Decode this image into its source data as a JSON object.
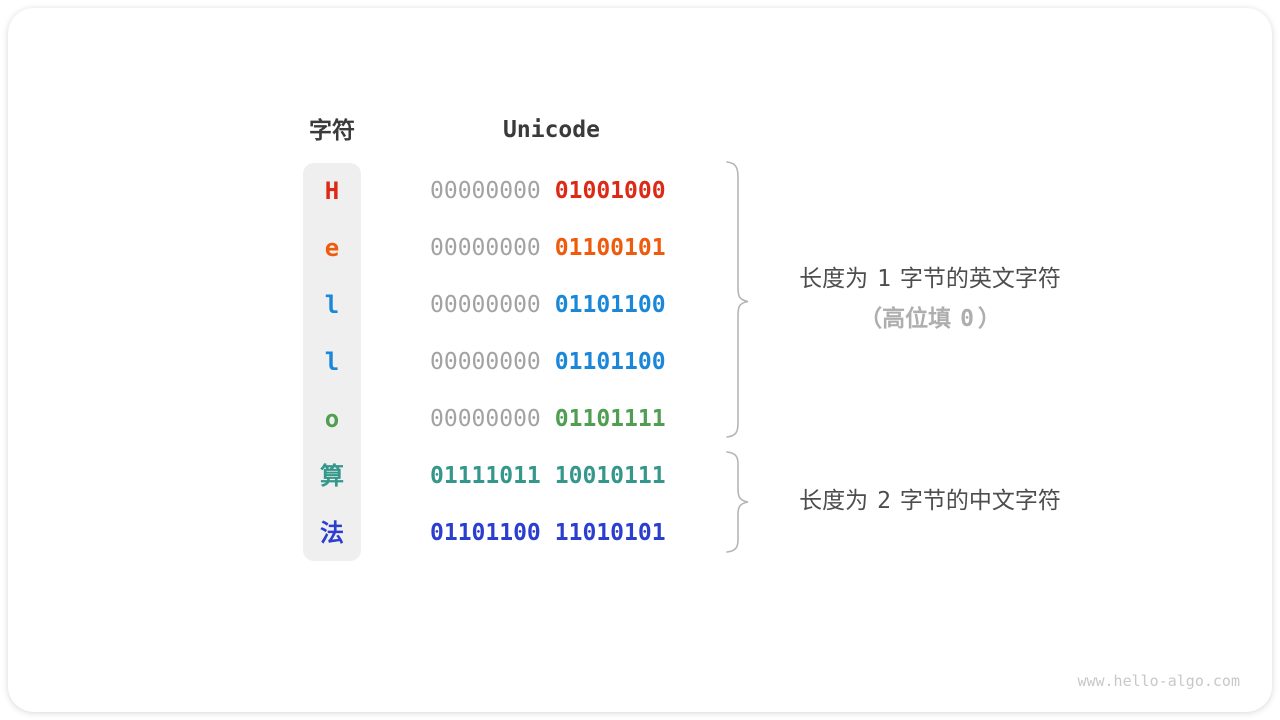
{
  "header": {
    "char_col": "字符",
    "unicode_col": "Unicode"
  },
  "table": {
    "rows": [
      {
        "char": "H",
        "char_color": "#dc2a16",
        "byte1": {
          "bits": "00000000",
          "color": "#a2a2a2",
          "bold": false
        },
        "byte2": {
          "bits": "01001000",
          "color": "#dc2a16",
          "bold": true
        }
      },
      {
        "char": "e",
        "char_color": "#ee5b0c",
        "byte1": {
          "bits": "00000000",
          "color": "#a2a2a2",
          "bold": false
        },
        "byte2": {
          "bits": "01100101",
          "color": "#ee5b0c",
          "bold": true
        }
      },
      {
        "char": "l",
        "char_color": "#1b87d9",
        "byte1": {
          "bits": "00000000",
          "color": "#a2a2a2",
          "bold": false
        },
        "byte2": {
          "bits": "01101100",
          "color": "#1b87d9",
          "bold": true
        }
      },
      {
        "char": "l",
        "char_color": "#1b87d9",
        "byte1": {
          "bits": "00000000",
          "color": "#a2a2a2",
          "bold": false
        },
        "byte2": {
          "bits": "01101100",
          "color": "#1b87d9",
          "bold": true
        }
      },
      {
        "char": "o",
        "char_color": "#509e52",
        "byte1": {
          "bits": "00000000",
          "color": "#a2a2a2",
          "bold": false
        },
        "byte2": {
          "bits": "01101111",
          "color": "#509e52",
          "bold": true
        }
      },
      {
        "char": "算",
        "char_color": "#35978b",
        "byte1": {
          "bits": "01111011",
          "color": "#35978b",
          "bold": true
        },
        "byte2": {
          "bits": "10010111",
          "color": "#35978b",
          "bold": true
        }
      },
      {
        "char": "法",
        "char_color": "#2c3ed0",
        "byte1": {
          "bits": "01101100",
          "color": "#2c3ed0",
          "bold": true
        },
        "byte2": {
          "bits": "11010101",
          "color": "#2c3ed0",
          "bold": true
        }
      }
    ]
  },
  "annotations": {
    "english": {
      "prefix": "长度为",
      "number": "1",
      "suffix": "字节的英文字符",
      "note_prefix": "（高位填",
      "note_number": "0",
      "note_suffix": "）"
    },
    "chinese": {
      "prefix": "长度为",
      "number": "2",
      "suffix": "字节的中文字符"
    }
  },
  "watermark": "www.hello-algo.com",
  "colors": {
    "bits_gray": "#a2a2a2",
    "red": "#dc2a16",
    "orange": "#ee5b0c",
    "blue": "#1b87d9",
    "green": "#509e52",
    "teal": "#35978b",
    "indigo": "#2c3ed0",
    "brace": "#b5b5b5",
    "pill_bg": "#efefef"
  }
}
